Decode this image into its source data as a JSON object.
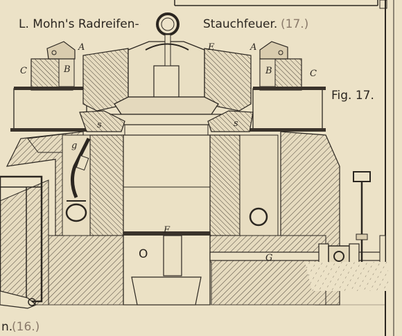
{
  "title_left": "L. Mohn's Radreifen-",
  "title_right": "Stauchfeuer.",
  "title_figref": "(17.)",
  "fig_label": "Fig. 17.",
  "bottom_left_caption_text": "n.",
  "bottom_left_caption_ref": "(16.)",
  "part_labels": {
    "A_left": "A",
    "A_right": "A",
    "B_left": "B",
    "B_right": "B",
    "C_left": "C",
    "C_right": "C",
    "E": "E",
    "S_left": "s",
    "S_right": "s",
    "g": "g",
    "F": "F",
    "G": "G",
    "O": "O"
  }
}
